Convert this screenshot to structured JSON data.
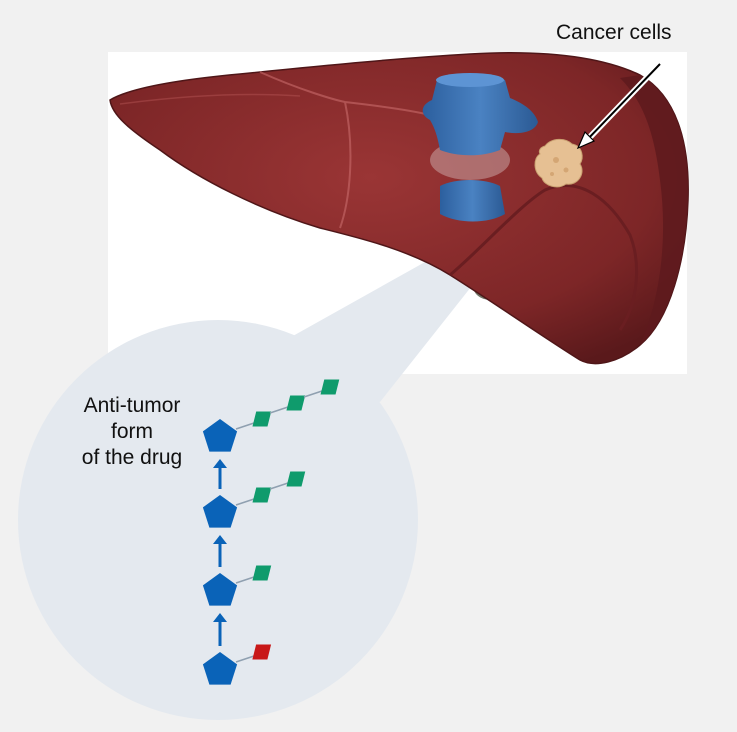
{
  "labels": {
    "cancer_cells": "Cancer cells",
    "drug_form": [
      "Anti-tumor",
      "form",
      "of the drug"
    ]
  },
  "colors": {
    "background": "#f1f1f1",
    "photo_panel": "#ffffff",
    "callout": "#e4e9ef",
    "liver": "#8b2b2b",
    "liver_dark": "#5e1a1d",
    "vessel": "#3a6fae",
    "tumor": "#e6c093",
    "pentagon": "#0a63b8",
    "square_green": "#0f9b6c",
    "square_red": "#c81818",
    "arrow": "#0a63b8"
  },
  "steps": [
    {
      "green_squares": 3,
      "red_square": false
    },
    {
      "green_squares": 2,
      "red_square": false
    },
    {
      "green_squares": 1,
      "red_square": false
    },
    {
      "green_squares": 0,
      "red_square": true
    }
  ]
}
